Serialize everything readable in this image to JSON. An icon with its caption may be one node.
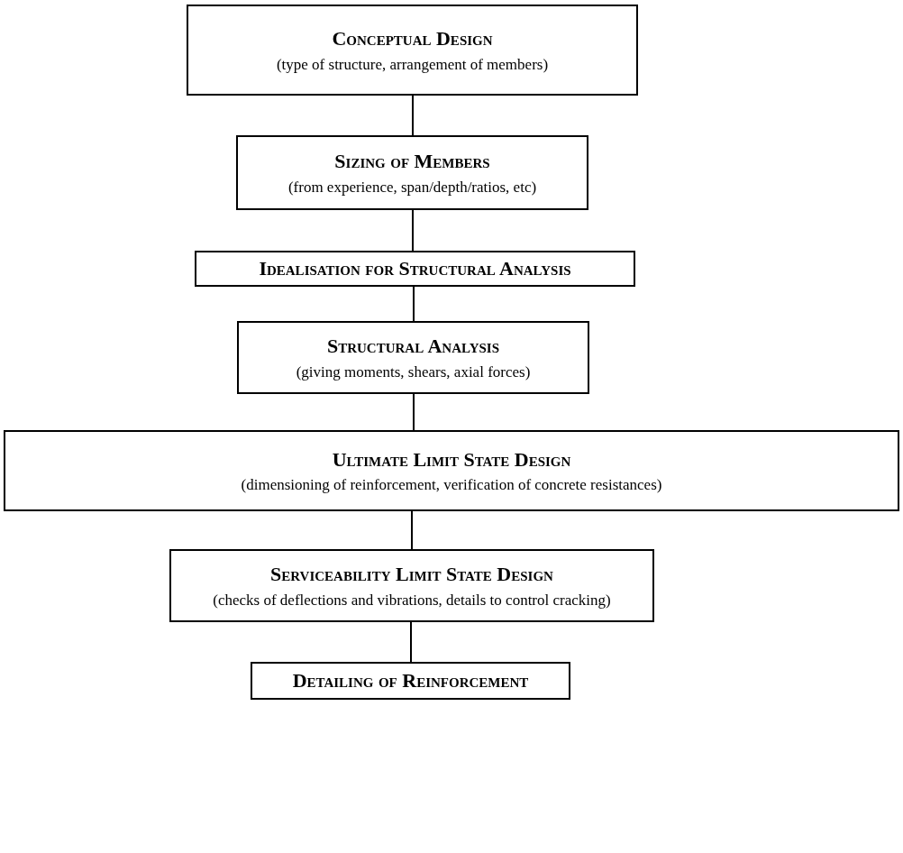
{
  "diagram": {
    "nodes": [
      {
        "text": [
          "Conceptual Design",
          "(type of structure, arrangement of members)"
        ]
      },
      {
        "text": [
          "Sizing of Members",
          "(from experience, span/depth/ratios, etc)"
        ]
      },
      {
        "text": [
          "Idealisation for Structural Analysis"
        ]
      },
      {
        "text": [
          "Structural Analysis",
          "(giving moments, shears, axial forces)"
        ]
      },
      {
        "text": [
          "Ultimate Limit State Design",
          "(dimensioning of reinforcement, verification of concrete resistances)"
        ]
      },
      {
        "text": [
          "Serviceability Limit State Design",
          "(checks of deflections and vibrations, details to control cracking)"
        ]
      },
      {
        "text": [
          "Detailing of Reinforcement"
        ]
      }
    ],
    "edges": [
      {
        "from": 0,
        "to": 1,
        "arrow": "none"
      },
      {
        "from": 1,
        "to": 2,
        "arrow": "none"
      },
      {
        "from": 2,
        "to": 3,
        "arrow": "none"
      },
      {
        "from": 3,
        "to": 4,
        "arrow": "none"
      },
      {
        "from": 4,
        "to": 5,
        "arrow": "none"
      },
      {
        "from": 5,
        "to": 6,
        "arrow": "none"
      }
    ]
  }
}
